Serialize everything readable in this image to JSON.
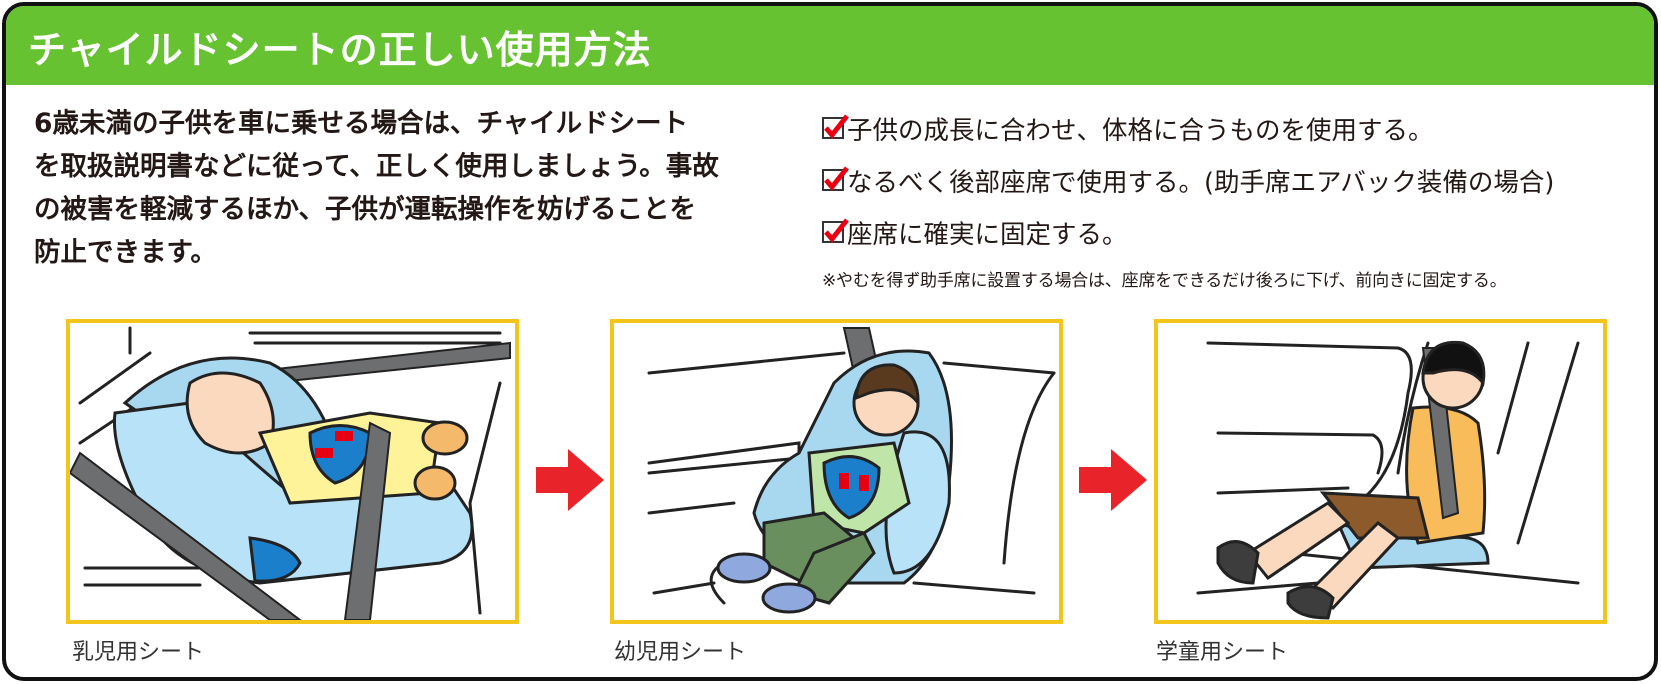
{
  "header": {
    "title": "チャイルドシートの正しい使用方法",
    "background_color": "#67c232"
  },
  "intro": {
    "lines": [
      "6歳未満の子供を車に乗せる場合は、チャイルドシート",
      "を取扱説明書などに従って、正しく使用しましょう。事故",
      "の被害を軽減するほか、子供が運転操作を妨げることを",
      "防止できます。"
    ]
  },
  "checklist": {
    "items": [
      {
        "icon": "checkbox-checked-icon",
        "text": "子供の成長に合わせ、体格に合うものを使用する。"
      },
      {
        "icon": "checkbox-checked-icon",
        "text": "なるべく後部座席で使用する。(助手席エアバック装備の場合)"
      },
      {
        "icon": "checkbox-checked-icon",
        "text": "座席に確実に固定する。"
      }
    ],
    "note": "※やむを得ず助手席に設置する場合は、座席をできるだけ後ろに下げ、前向きに固定する。",
    "check_color": "#e60012"
  },
  "stages": [
    {
      "label": "乳児用シート",
      "illustration": "infant-seat-illustration"
    },
    {
      "label": "幼児用シート",
      "illustration": "toddler-seat-illustration"
    },
    {
      "label": "学童用シート",
      "illustration": "booster-seat-illustration"
    }
  ],
  "arrows": [
    {
      "icon": "arrow-right-icon",
      "color": "#e8242a"
    },
    {
      "icon": "arrow-right-icon",
      "color": "#e8242a"
    }
  ],
  "colors": {
    "frame_border": "#f3c51c",
    "seat_blue": "#a7d8f0",
    "belt_gray": "#6d6e70"
  }
}
